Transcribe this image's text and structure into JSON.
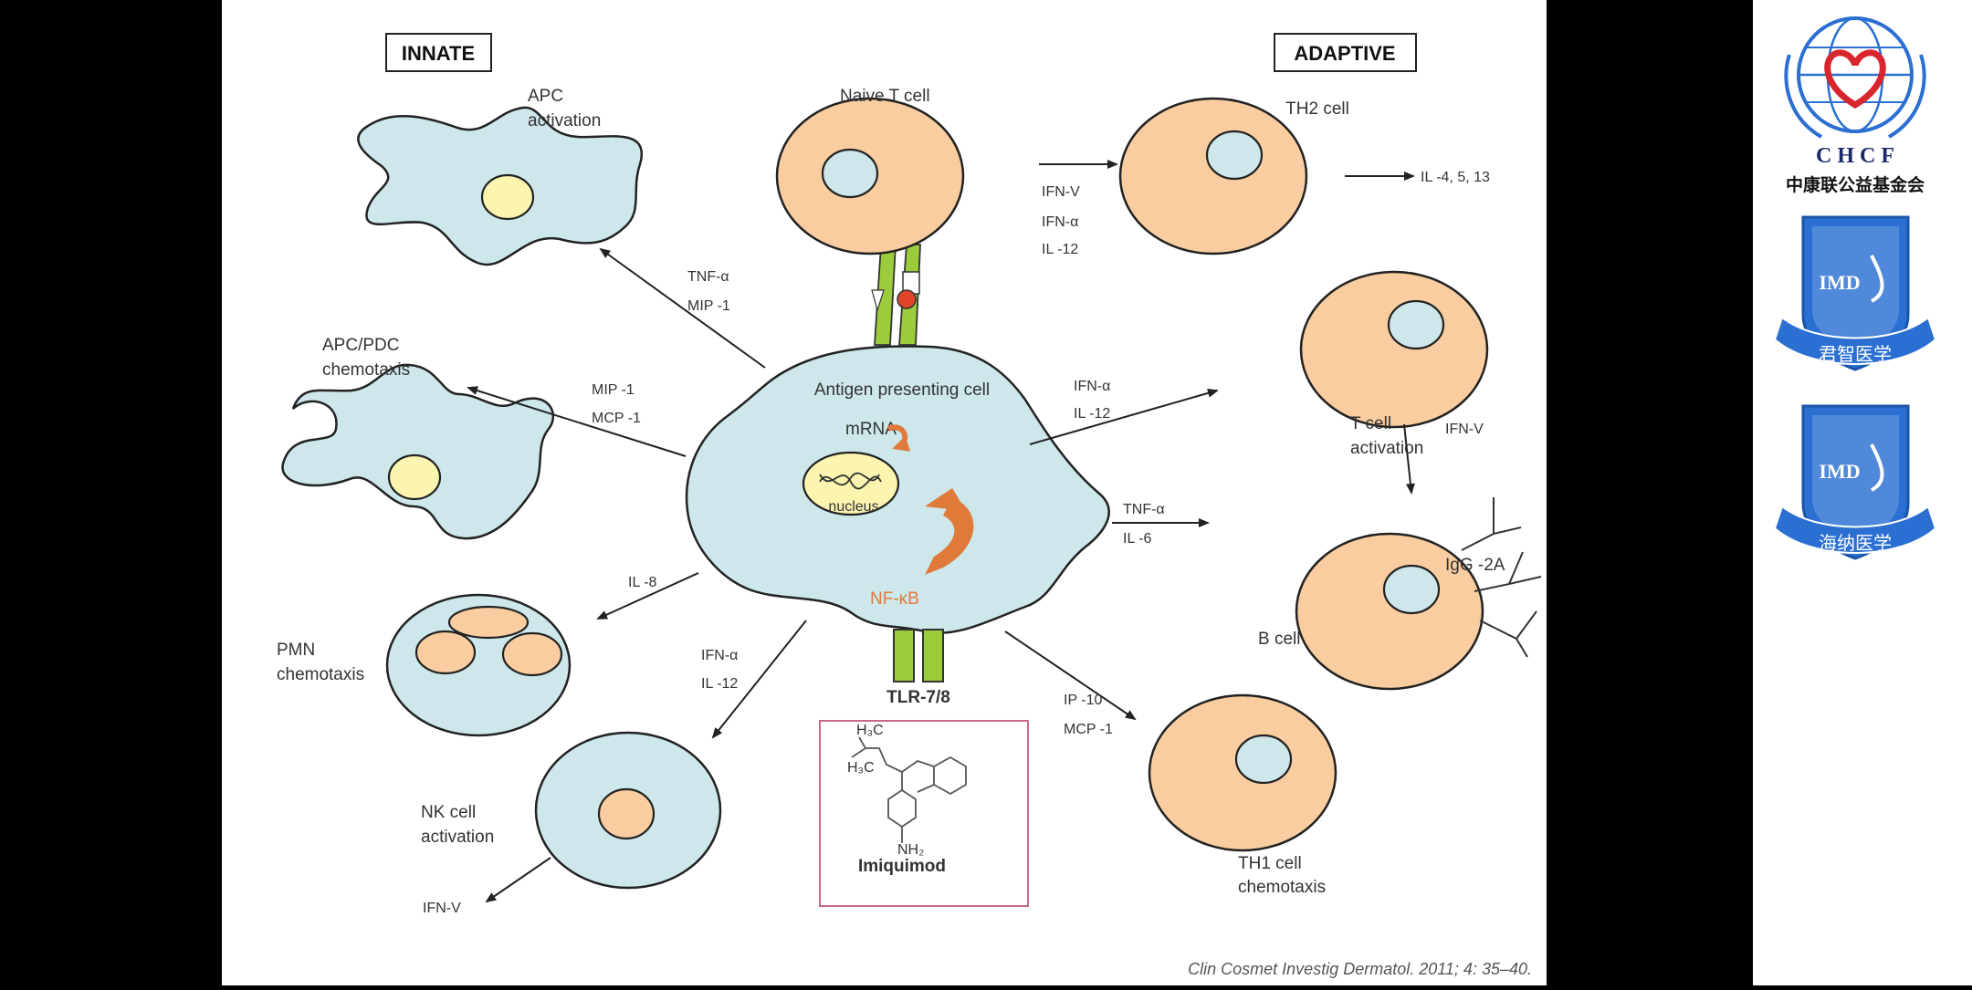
{
  "diagram": {
    "headers": {
      "innate": "INNATE",
      "adaptive": "ADAPTIVE"
    },
    "apc": {
      "label": "Antigen presenting cell",
      "mrna": "mRNA",
      "nucleus": "nucleus",
      "nfkb": "NF-κB",
      "receptor": "TLR-7/8"
    },
    "drug": {
      "name": "Imiquimod"
    },
    "innate_cells": {
      "apc_activation": [
        "APC",
        "activation"
      ],
      "apc_pdc": [
        "APC/PDC",
        "chemotaxis"
      ],
      "pmn": [
        "PMN",
        "chemotaxis"
      ],
      "nk": [
        "NK cell",
        "activation"
      ]
    },
    "adaptive_cells": {
      "naive_t": "Naive T cell",
      "th2": "TH2 cell",
      "t_activation": [
        "T cell",
        "activation"
      ],
      "b_cell": "B cell",
      "th1": [
        "TH1 cell",
        "chemotaxis"
      ]
    },
    "signals": {
      "to_apc_activation": [
        "TNF-α",
        "MIP -1"
      ],
      "to_apc_pdc": [
        "MIP -1",
        "MCP -1"
      ],
      "to_pmn": "IL -8",
      "to_nk": [
        "IFN-α",
        "IL -12"
      ],
      "nk_out": "IFN-V",
      "naive_to_th2": [
        "IFN-V",
        "IFN-α",
        "IL -12"
      ],
      "th2_out": "IL -4, 5, 13",
      "to_t_activation": [
        "IFN-α",
        "IL -12"
      ],
      "t_to_b": "IFN-V",
      "to_b_cell": [
        "TNF-α",
        "IL -6"
      ],
      "b_out": "IgG -2A",
      "to_th1": [
        "IP -10",
        "MCP -1"
      ]
    },
    "citation": "Clin Cosmet Investig Dermatol. 2011; 4: 35–40."
  },
  "sidebar": {
    "chcf_letters": "C H C F",
    "chcf_name": "中康联公益基金会",
    "imd_mark": "IMD",
    "badge1_ribbon": "君智医学",
    "badge2_ribbon": "海纳医学"
  },
  "colors": {
    "cell_blue": "#cde7ea",
    "cell_peach": "#f9cd9f",
    "nucleus_yellow": "#fbf5b0",
    "receptor_green": "#9ccc3c",
    "nfkb_orange": "#e07a3a",
    "drug_box_border": "#c9678a",
    "logo_blue": "#2a6fd1",
    "logo_red": "#d8262f"
  }
}
